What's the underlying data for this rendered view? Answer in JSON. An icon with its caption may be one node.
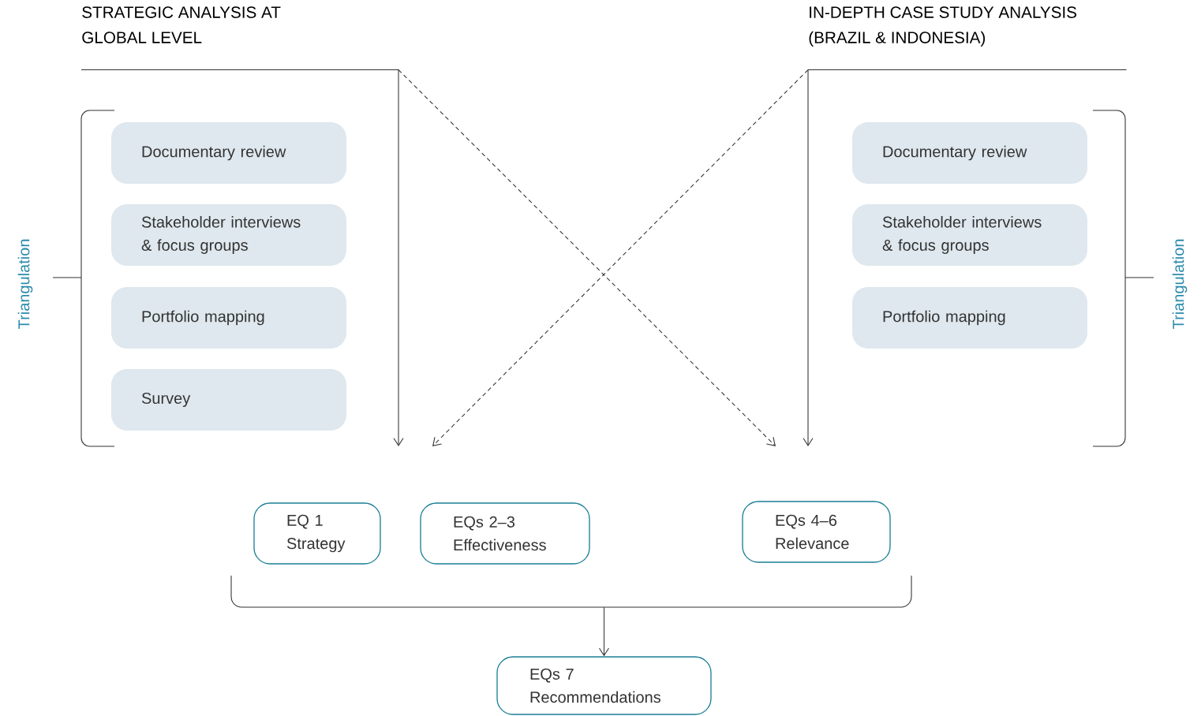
{
  "diagram": {
    "nodes": [
      {
        "text": [
          "STRATEGIC ANALYSIS AT GLOBAL LEVEL"
        ]
      },
      {
        "text": [
          "IN-DEPTH CASE STUDY ANALYSIS (BRAZIL & INDONESIA)"
        ]
      },
      {
        "text": [
          "Documentary review"
        ]
      },
      {
        "text": [
          "Stakeholder interviews & focus groups"
        ]
      },
      {
        "text": [
          "Portfolio mapping"
        ]
      },
      {
        "text": [
          "Survey"
        ]
      },
      {
        "text": [
          "Documentary review"
        ]
      },
      {
        "text": [
          "Stakeholder interviews & focus groups"
        ]
      },
      {
        "text": [
          "Portfolio mapping"
        ]
      },
      {
        "text": [
          "EQ 1",
          "Strategy"
        ]
      },
      {
        "text": [
          "EQs 2–3",
          "Effectiveness"
        ]
      },
      {
        "text": [
          "EQs 4–6",
          "Relevance"
        ]
      },
      {
        "text": [
          "EQs 7",
          "Recommendations"
        ]
      },
      {
        "text": [],
        "shape": "bracket"
      }
    ],
    "edges": [
      {
        "from": 0,
        "to": null,
        "arrow": "to"
      },
      {
        "from": 0,
        "to": null,
        "arrow": "to",
        "style": "dashed"
      },
      {
        "from": 1,
        "to": null,
        "arrow": "to",
        "style": "dashed"
      },
      {
        "from": 1,
        "to": null,
        "arrow": "to"
      },
      {
        "from": 13,
        "to": 12,
        "arrow": "to"
      }
    ],
    "labels": [
      "Triangulation",
      "Triangulation"
    ]
  }
}
